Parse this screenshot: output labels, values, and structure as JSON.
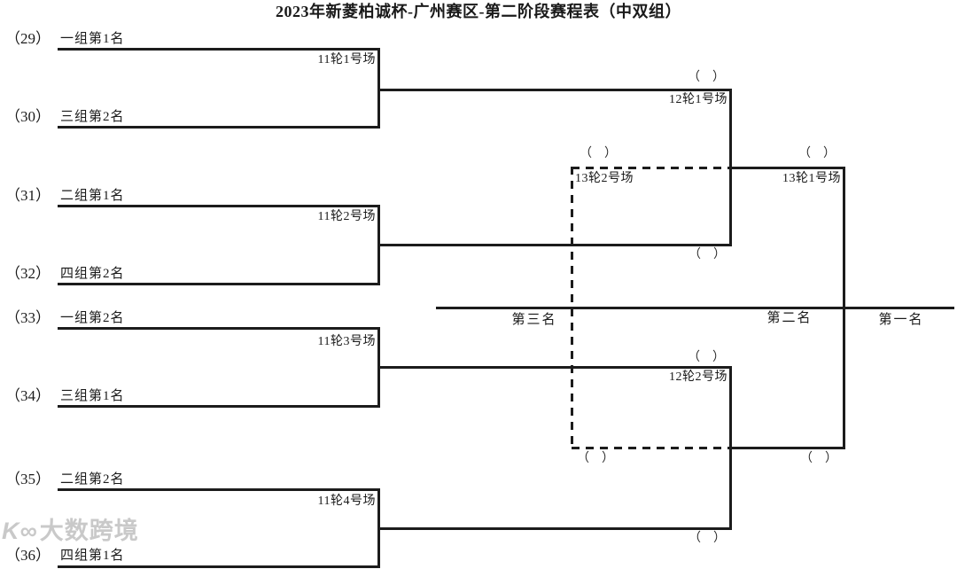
{
  "title": "2023年新菱柏诚杯-广州赛区-第二阶段赛程表（中双组）",
  "entries": [
    {
      "num": "（29）",
      "label": "一组第1名"
    },
    {
      "num": "（30）",
      "label": "三组第2名"
    },
    {
      "num": "（31）",
      "label": "二组第1名"
    },
    {
      "num": "（32）",
      "label": "四组第2名"
    },
    {
      "num": "（33）",
      "label": "一组第2名"
    },
    {
      "num": "（34）",
      "label": "三组第1名"
    },
    {
      "num": "（35）",
      "label": "二组第2名"
    },
    {
      "num": "（36）",
      "label": "四组第1名"
    }
  ],
  "matches": {
    "r11c1": "11轮1号场",
    "r11c2": "11轮2号场",
    "r11c3": "11轮3号场",
    "r11c4": "11轮4号场",
    "r12c1": "12轮1号场",
    "r12c2": "12轮2号场",
    "r13c1": "13轮1号场",
    "r13c2": "13轮2号场"
  },
  "places": {
    "third": "第三名",
    "second": "第二名",
    "first": "第一名"
  },
  "slot_marker": "（　）",
  "watermark": {
    "logo": "K∞",
    "text": "大数跨境"
  },
  "colors": {
    "line": "#1c1c1c",
    "text": "#1a1a1a",
    "watermark": "#c9c9c9",
    "background": "#ffffff"
  }
}
